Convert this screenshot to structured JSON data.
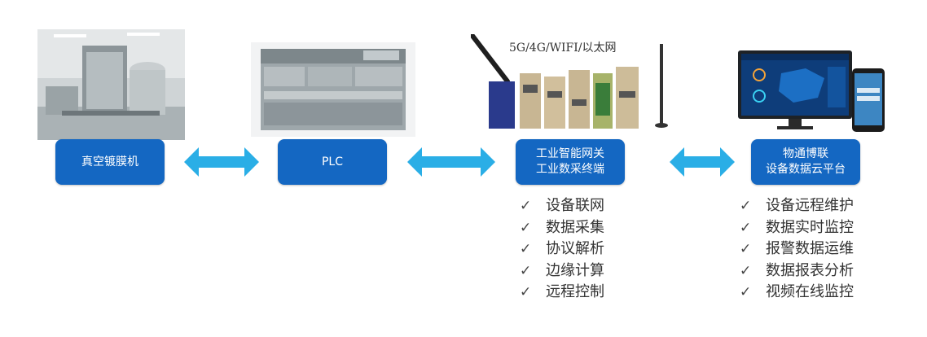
{
  "nodes": {
    "machine": "真空镀膜机",
    "plc": "PLC",
    "gateway": [
      "工业智能网关",
      "工业数采终端"
    ],
    "cloud": [
      "物通博联",
      "设备数据云平台"
    ]
  },
  "network_label": "5G/4G/WIFI/以太网",
  "gateway_features": [
    "设备联网",
    "数据采集",
    "协议解析",
    "边缘计算",
    "远程控制"
  ],
  "cloud_features": [
    "设备远程维护",
    "数据实时监控",
    "报警数据运维",
    "数据报表分析",
    "视频在线监控"
  ],
  "check_glyph": "✓",
  "colors": {
    "node_fill": "#1467c2",
    "arrow": "#2aaee6"
  }
}
